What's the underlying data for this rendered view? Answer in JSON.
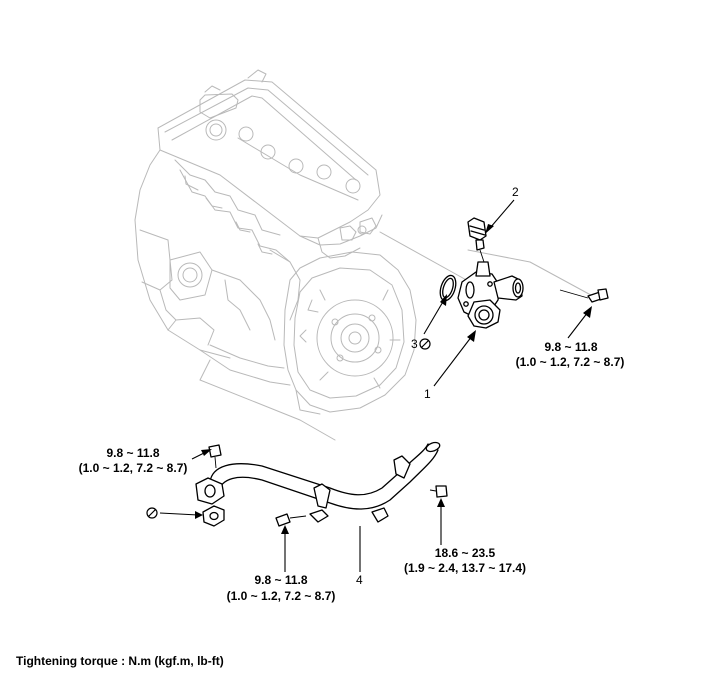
{
  "callouts": {
    "part_1": "1",
    "part_2": "2",
    "part_3": "3",
    "part_4": "4"
  },
  "torques": {
    "thermostat_housing_bolt": {
      "nm": "9.8 ~ 11.8",
      "detail": "(1.0 ~ 1.2, 7.2 ~ 8.7)"
    },
    "pipe_flange_bolt": {
      "nm": "9.8 ~ 11.8",
      "detail": "(1.0 ~ 1.2, 7.2 ~ 8.7)"
    },
    "pipe_bracket_bolt_lower": {
      "nm": "9.8 ~ 11.8",
      "detail": "(1.0 ~ 1.2, 7.2 ~ 8.7)"
    },
    "pipe_bracket_bolt_right": {
      "nm": "18.6 ~ 23.5",
      "detail": "(1.9 ~ 2.4, 13.7 ~ 17.4)"
    }
  },
  "footnote": "Tightening torque : N.m (kgf.m, lb-ft)",
  "colors": {
    "engine_outline": "#b9b9b9",
    "part_outline": "#000000"
  },
  "icons": [
    "do-not-reuse-symbol"
  ]
}
